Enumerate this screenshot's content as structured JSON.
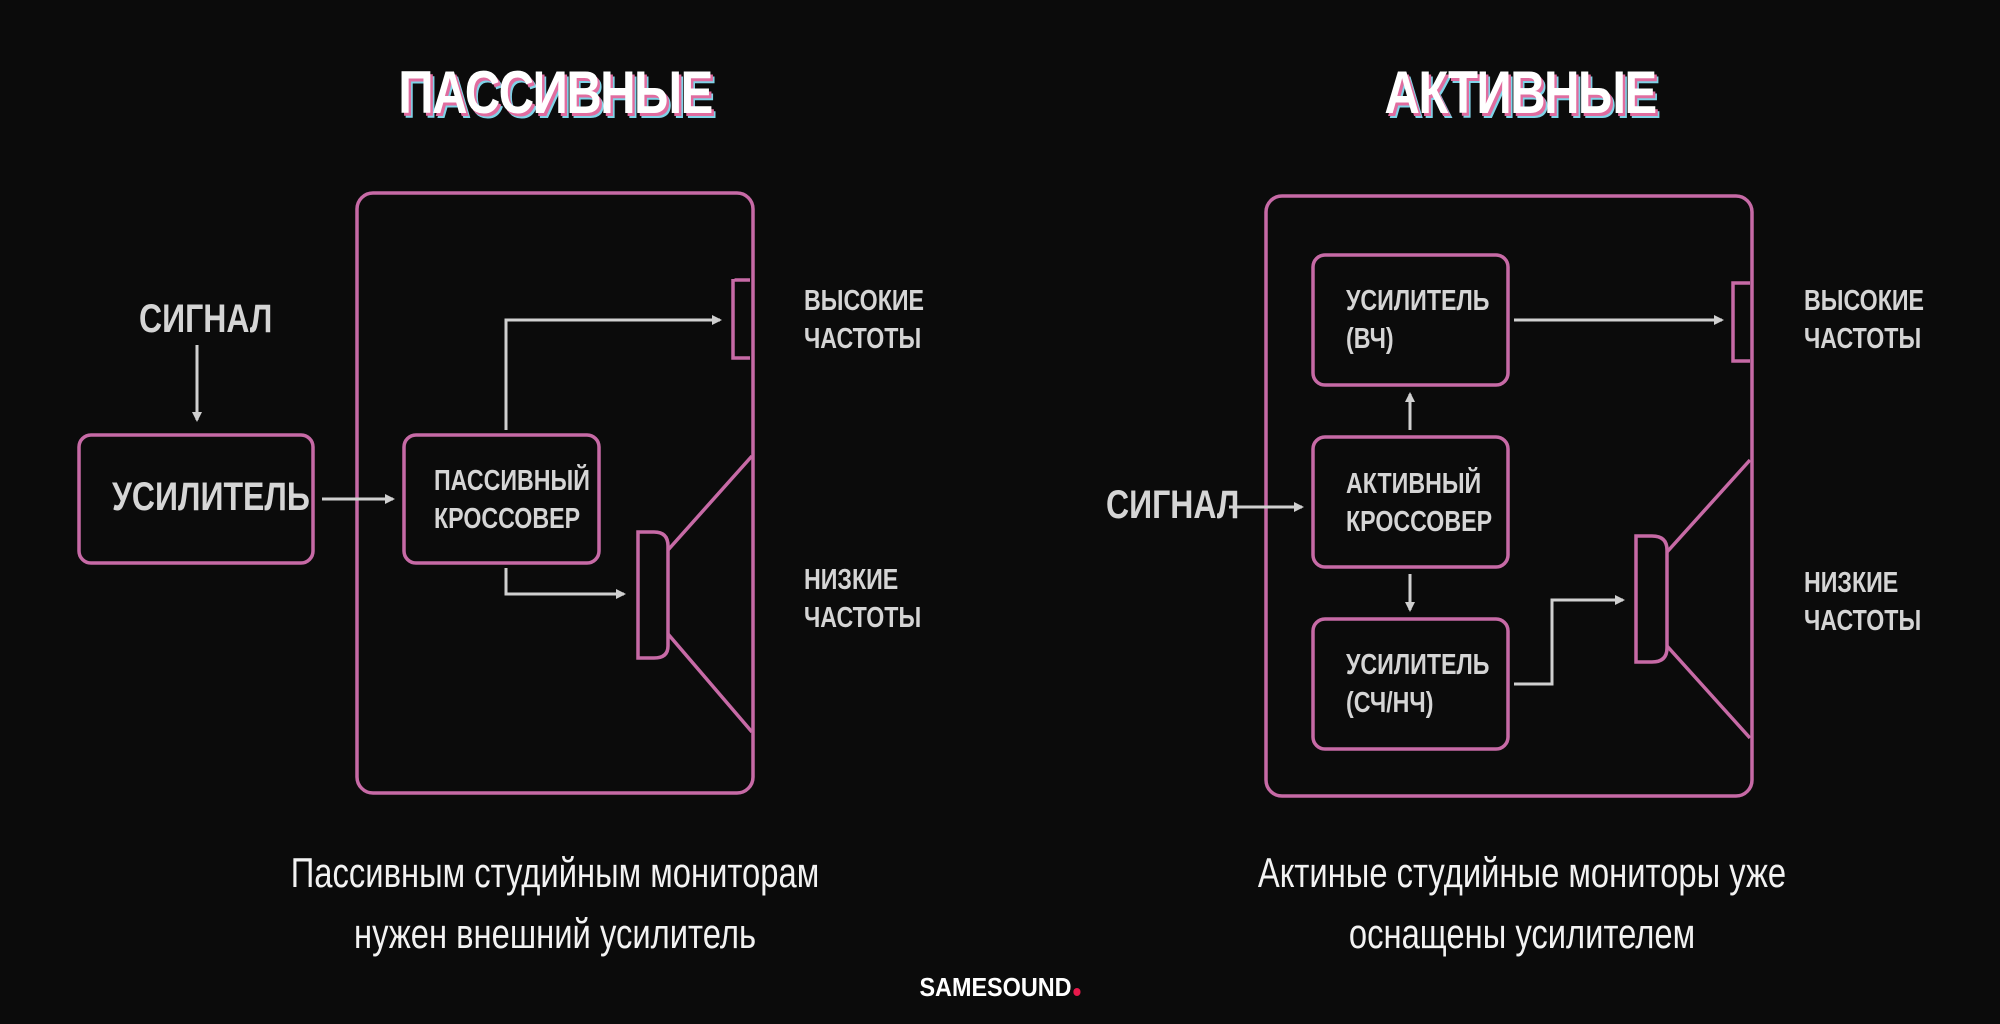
{
  "left": {
    "title": "ПАССИВНЫЕ",
    "signal": "СИГНАЛ",
    "amplifier": "УСИЛИТЕЛЬ",
    "crossover_line1": "ПАССИВНЫЙ",
    "crossover_line2": "КРОССОВЕР",
    "high_line1": "ВЫСОКИЕ",
    "high_line2": "ЧАСТОТЫ",
    "low_line1": "НИЗКИЕ",
    "low_line2": "ЧАСТОТЫ",
    "caption_line1": "Пассивным студийным мониторам",
    "caption_line2": "нужен внешний усилитель"
  },
  "right": {
    "title": "АКТИВНЫЕ",
    "signal": "СИГНАЛ",
    "amp_hf_line1": "УСИЛИТЕЛЬ",
    "amp_hf_line2": "(ВЧ)",
    "crossover_line1": "АКТИВНЫЙ",
    "crossover_line2": "КРОССОВЕР",
    "amp_lf_line1": "УСИЛИТЕЛЬ",
    "amp_lf_line2": "(СЧ/НЧ)",
    "high_line1": "ВЫСОКИЕ",
    "high_line2": "ЧАСТОТЫ",
    "low_line1": "НИЗКИЕ",
    "low_line2": "ЧАСТОТЫ",
    "caption_line1": "Актиные студийные мониторы уже",
    "caption_line2": "оснащены усилителем"
  },
  "logo": "SAMESOUND",
  "colors": {
    "background": "#0b0b0b",
    "box_stroke": "#c76aa6",
    "arrow": "#d0d0d0",
    "text": "#d7d7d7",
    "logo_dot": "#e8194b"
  }
}
